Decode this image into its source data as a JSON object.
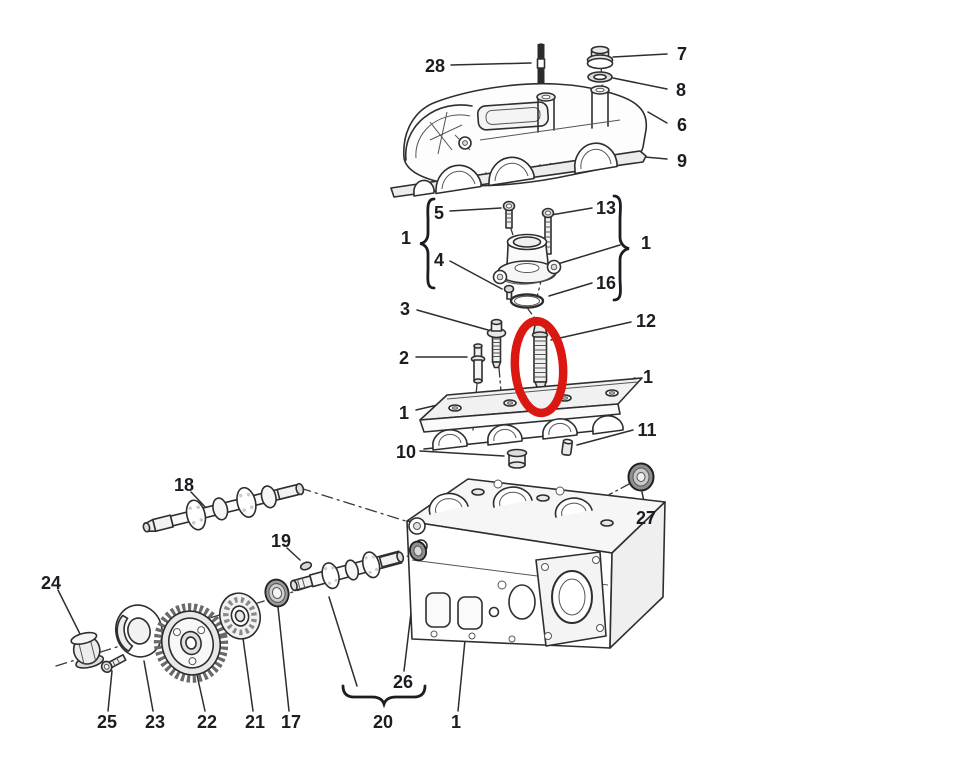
{
  "figure": {
    "type": "exploded-parts-diagram",
    "subject": "engine cylinder head assembly",
    "highlighted_callout": "12"
  },
  "colors": {
    "background": "#ffffff",
    "line": "#2e2e2e",
    "label": "#1c1c22",
    "highlight": "#da1710"
  },
  "callouts": {
    "n28": "28",
    "n7": "7",
    "n8": "8",
    "n6": "6",
    "n9": "9",
    "n5": "5",
    "n13": "13",
    "n1_group_left": "1",
    "n1_group_right": "1",
    "n4": "4",
    "n16": "16",
    "n3": "3",
    "n12": "12",
    "n2": "2",
    "n1_carrier_right": "1",
    "n1_carrier_left": "1",
    "n11": "11",
    "n10": "10",
    "n18": "18",
    "n27": "27",
    "n19": "19",
    "n24": "24",
    "n26": "26",
    "n25": "25",
    "n23": "23",
    "n22": "22",
    "n21": "21",
    "n17": "17",
    "n20": "20",
    "n1_head": "1"
  }
}
